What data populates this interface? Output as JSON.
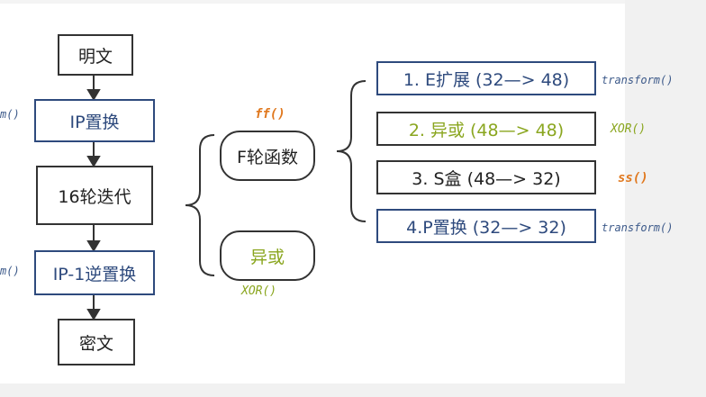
{
  "flow": {
    "plaintext": "明文",
    "ip_permutation": "IP置换",
    "rounds": "16轮迭代",
    "ip_inverse": "IP-1逆置换",
    "ciphertext": "密文"
  },
  "round_parts": {
    "f_function": "F轮函数",
    "f_code": "ff()",
    "xor": "异或",
    "xor_code": "XOR()"
  },
  "f_steps": [
    {
      "label": "1. E扩展 (32—> 48)",
      "code": "transform()",
      "color": "#2e4a7d"
    },
    {
      "label": "2. 异或 (48—> 48)",
      "code": "XOR()",
      "color": "#8aa61f"
    },
    {
      "label": "3. S盒 (48—> 32)",
      "code": "ss()",
      "color": "#222222"
    },
    {
      "label": "4.P置换 (32—> 32)",
      "code": "transform()",
      "color": "#2e4a7d"
    }
  ],
  "left_edge": {
    "ip_code_fragment": "m()",
    "ip_inverse_code_fragment": "m()"
  }
}
